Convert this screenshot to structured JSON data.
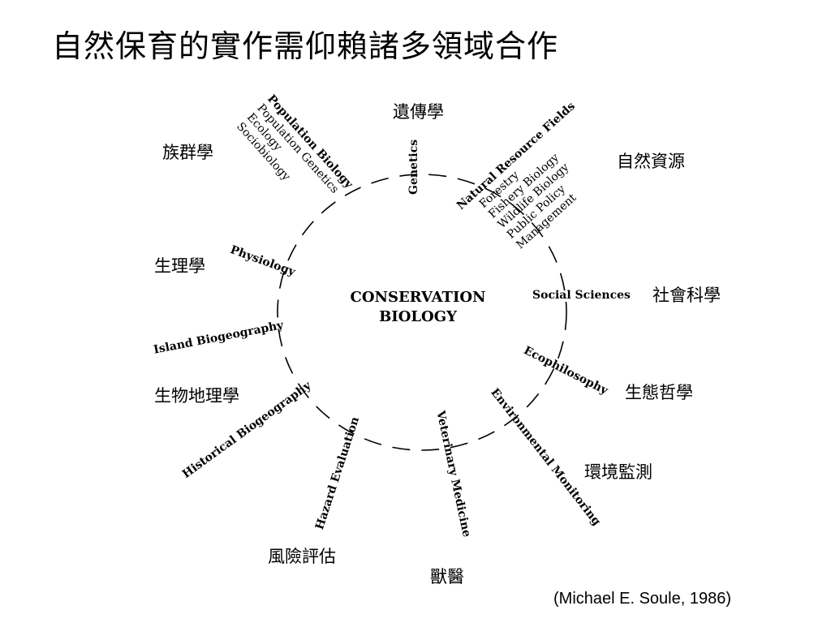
{
  "title": "自然保育的實作需仰賴諸多領域合作",
  "center": {
    "line1": "CONSERVATION",
    "line2": "BIOLOGY"
  },
  "fields": {
    "population": {
      "label": "Population Biology",
      "subs": [
        "Population Genetics",
        "Ecology",
        "Sociobiology"
      ],
      "zh": "族群學"
    },
    "genetics": {
      "label": "Genetics",
      "zh": "遺傳學"
    },
    "natural": {
      "label": "Natural Resource Fields",
      "subs": [
        "Forestry",
        "Fishery Biology",
        "Wildlife Biology",
        "Public Policy",
        "Management"
      ],
      "zh": "自然資源"
    },
    "physiology": {
      "label": "Physiology",
      "zh": "生理學"
    },
    "social": {
      "label": "Social Sciences",
      "zh": "社會科學"
    },
    "island": {
      "label": "Island Biogeography"
    },
    "historical": {
      "label": "Historical Biogeography",
      "zh": "生物地理學"
    },
    "ecophilosophy": {
      "label": "Ecophilosophy",
      "zh": "生態哲學"
    },
    "environmental": {
      "label": "Environmental Monitoring",
      "zh": "環境監測"
    },
    "hazard": {
      "label": "Hazard Evaluation",
      "zh": "風險評估"
    },
    "veterinary": {
      "label": "Veterinary Medicine",
      "zh": "獸醫"
    }
  },
  "citation": "(Michael E.  Soule, 1986)"
}
